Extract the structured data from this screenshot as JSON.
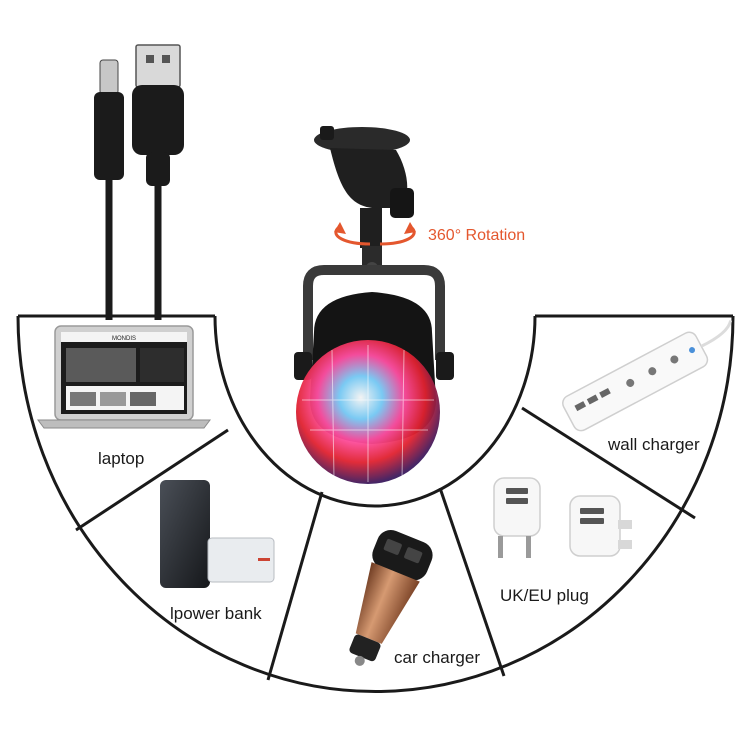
{
  "rotation_label": "360° Rotation",
  "sources": [
    {
      "id": "laptop",
      "label": "laptop",
      "icon": "laptop-icon"
    },
    {
      "id": "power-bank",
      "label": "lpower bank",
      "icon": "power-bank-icon"
    },
    {
      "id": "car-charger",
      "label": "car charger",
      "icon": "car-charger-icon"
    },
    {
      "id": "uk-eu-plug",
      "label": "UK/EU plug",
      "icon": "plug-adapter-icon"
    },
    {
      "id": "wall-charger",
      "label": "wall charger",
      "icon": "power-strip-icon"
    }
  ],
  "laptop_screen_brand": "MONDIS",
  "colors": {
    "accent_rotation": "#e4572e",
    "outline": "#1a1a1a",
    "car_charger_copper": "#b9764f"
  }
}
